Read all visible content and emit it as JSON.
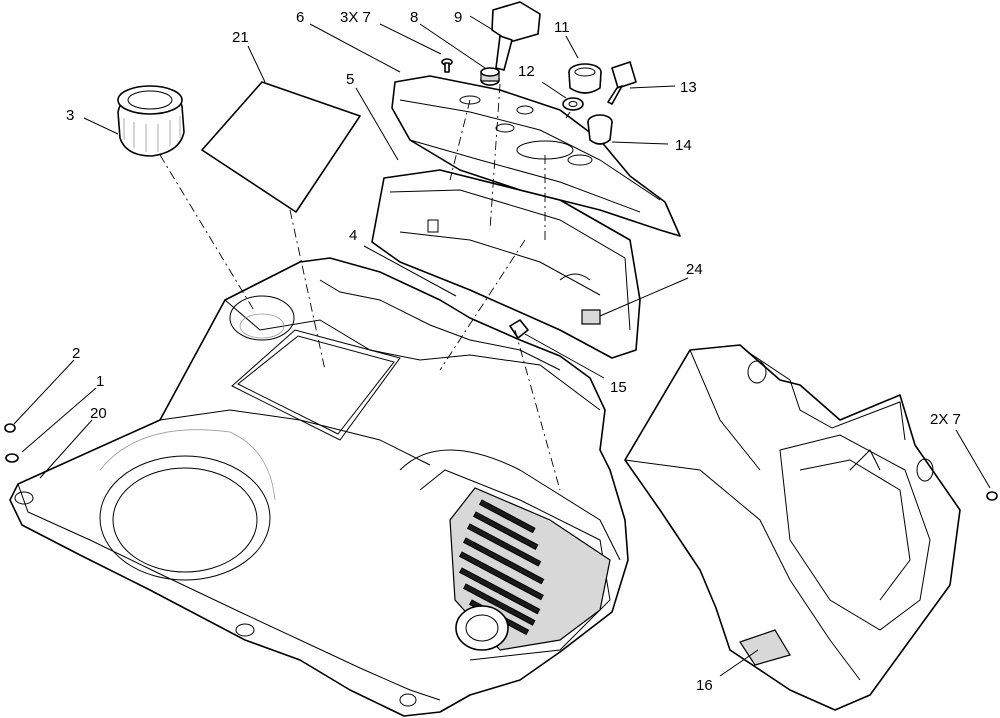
{
  "callouts": {
    "c21": "21",
    "c6": "6",
    "c3x7": "3X 7",
    "c8": "8",
    "c9": "9",
    "c11": "11",
    "c12": "12",
    "c13": "13",
    "c14": "14",
    "c5": "5",
    "c3": "3",
    "c4": "4",
    "c24": "24",
    "c15": "15",
    "c2": "2",
    "c1": "1",
    "c20": "20",
    "c2x7": "2X 7",
    "c16": "16"
  }
}
